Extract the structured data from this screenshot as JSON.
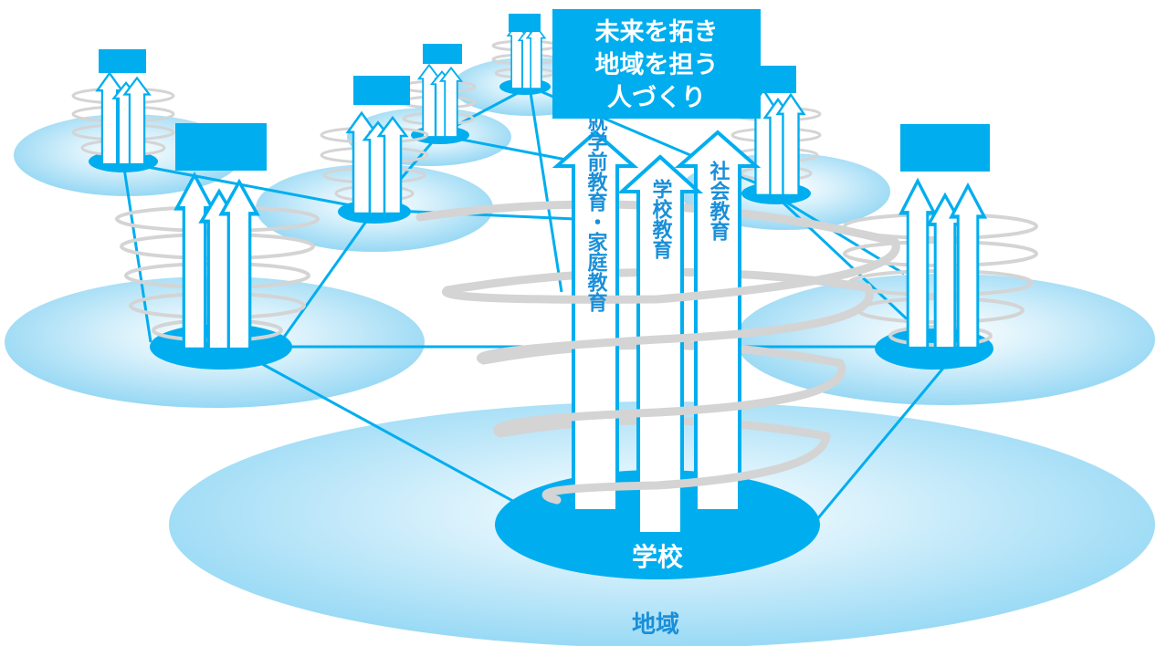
{
  "diagram": {
    "title_lines": [
      "未来を拓き",
      "地域を担う",
      "人づくり"
    ],
    "arrows": {
      "left": "就学前教育・家庭教育",
      "center": "学校教育",
      "right": "社会教育"
    },
    "school_label": "学校",
    "region_label": "地域",
    "colors": {
      "accent": "#00aeef",
      "label_text": "#1a8fd8",
      "ring": "#d4d4d4",
      "disc_outer": "#b3e3f7",
      "disc_inner": "#e8f7fd"
    }
  }
}
